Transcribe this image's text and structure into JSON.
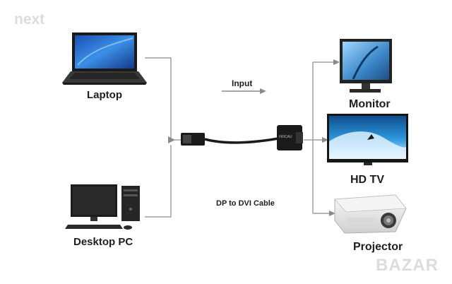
{
  "watermark_top": "next",
  "watermark_bottom": "BAZAR",
  "sources": [
    {
      "label": "Laptop",
      "icon": "laptop-icon"
    },
    {
      "label": "Desktop PC",
      "icon": "desktop-pc-icon"
    }
  ],
  "flow_label": "Input",
  "cable_label": "DP to DVI Cable",
  "adapter_brand": "FRICAU",
  "outputs": [
    {
      "label": "Monitor",
      "icon": "monitor-icon"
    },
    {
      "label": "HD TV",
      "icon": "hd-tv-icon"
    },
    {
      "label": "Projector",
      "icon": "projector-icon"
    }
  ],
  "colors": {
    "line": "#8a8a8a",
    "text": "#1e1e1e",
    "screen_blue": "#2f6fd0",
    "device_dark": "#2a2a2a"
  }
}
